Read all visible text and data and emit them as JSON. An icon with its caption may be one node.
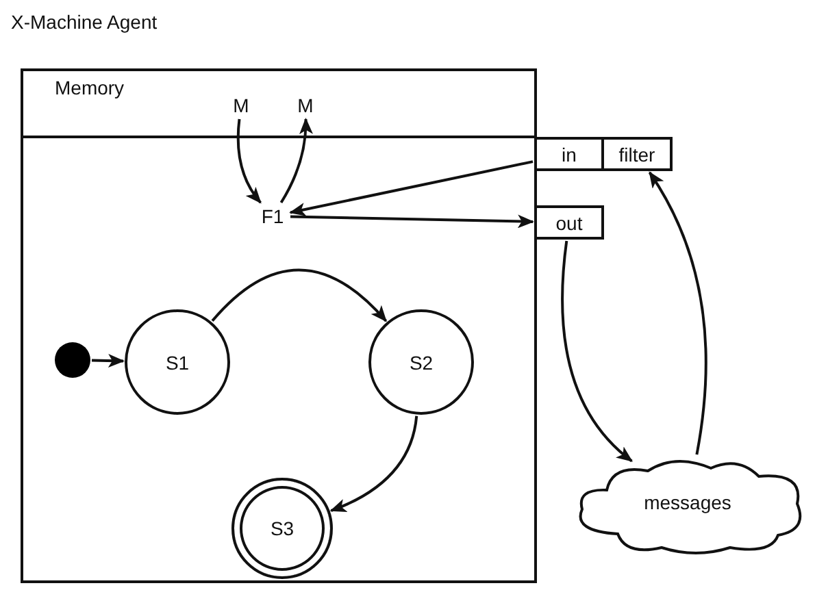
{
  "diagram": {
    "title": "X-Machine Agent",
    "nodes": [
      {
        "text": [
          "Memory"
        ]
      },
      {
        "text": [
          "M"
        ],
        "in": 0
      },
      {
        "text": [
          "M"
        ],
        "in": 0
      },
      {
        "text": [
          "in"
        ]
      },
      {
        "text": [
          "filter"
        ]
      },
      {
        "text": [
          "F1"
        ],
        "in": 0
      },
      {
        "text": [
          "out"
        ]
      },
      {
        "text": [],
        "shape": "circle",
        "in": 0
      },
      {
        "text": [
          "S1"
        ],
        "in": 0
      },
      {
        "text": [
          "S2"
        ],
        "in": 0
      },
      {
        "text": [
          "S3"
        ],
        "in": 0
      },
      {
        "text": [
          "messages"
        ]
      }
    ],
    "edges": [
      {
        "from": 1,
        "to": 5,
        "arrow": "to"
      },
      {
        "from": 5,
        "to": 2,
        "arrow": "to"
      },
      {
        "from": 3,
        "to": 5,
        "arrow": "to"
      },
      {
        "from": 5,
        "to": 6,
        "arrow": "to"
      },
      {
        "from": 7,
        "to": 8,
        "arrow": "to"
      },
      {
        "from": 8,
        "to": 9,
        "arrow": "to"
      },
      {
        "from": 9,
        "to": 10,
        "arrow": "to"
      },
      {
        "from": 6,
        "to": 11,
        "arrow": "to"
      },
      {
        "from": 11,
        "to": 4,
        "arrow": "to"
      }
    ]
  }
}
